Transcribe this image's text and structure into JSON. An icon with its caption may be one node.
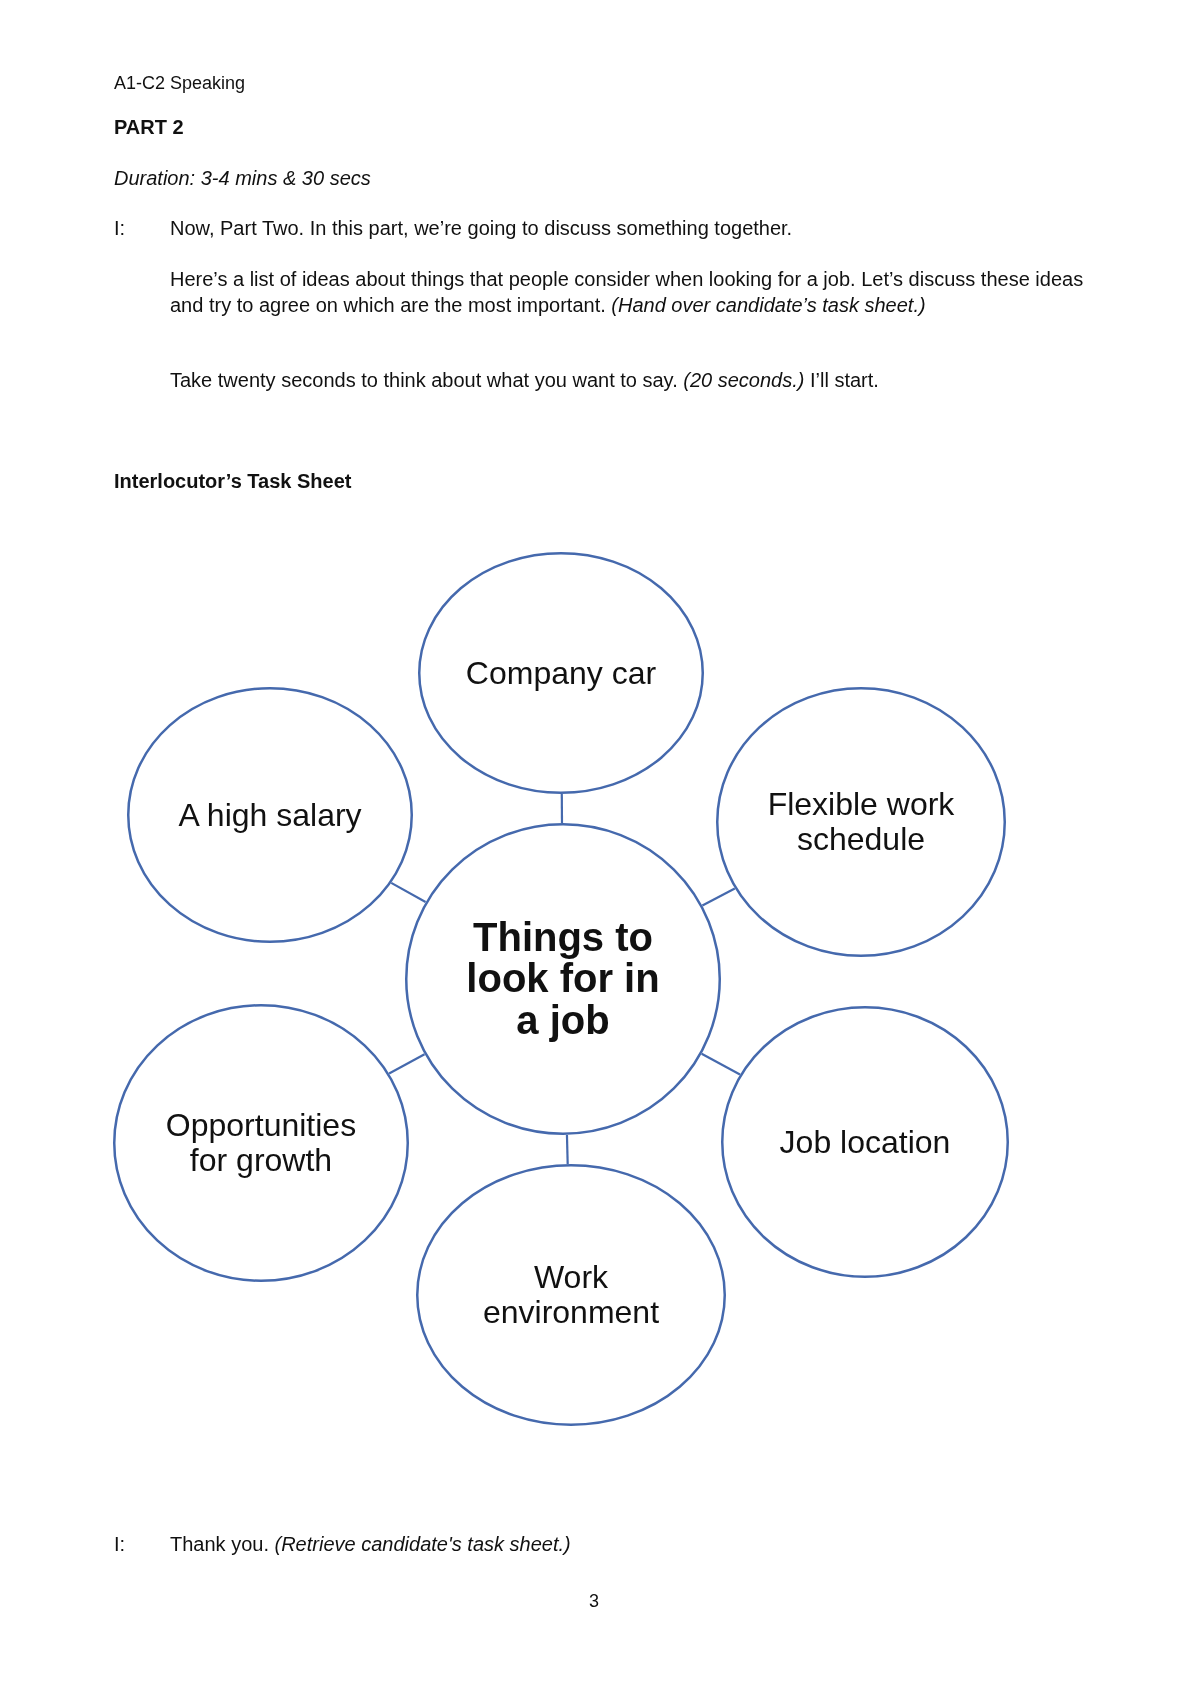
{
  "diagram": {
    "nodes": [
      {
        "text": [
          "Company car"
        ]
      },
      {
        "text": [
          "A high salary"
        ]
      },
      {
        "text": [
          "Flexible work schedule"
        ]
      },
      {
        "text": [
          "Things to look for in a job"
        ]
      },
      {
        "text": [
          "Opportunities for growth"
        ]
      },
      {
        "text": [
          "Job location"
        ]
      },
      {
        "text": [
          "Work environment"
        ]
      }
    ],
    "edges": [
      {
        "from": 3,
        "to": 0,
        "arrow": "none"
      },
      {
        "from": 3,
        "to": 1,
        "arrow": "none"
      },
      {
        "from": 3,
        "to": 2,
        "arrow": "none"
      },
      {
        "from": 3,
        "to": 4,
        "arrow": "none"
      },
      {
        "from": 3,
        "to": 5,
        "arrow": "none"
      },
      {
        "from": 3,
        "to": 6,
        "arrow": "none"
      }
    ],
    "labels": [
      "A1-C2 Speaking",
      "PART 2",
      "Duration: 3-4 mins & 30 secs",
      "I:",
      "Now, Part Two. In this part, we’re going to discuss something together.",
      "Here’s a list of ideas about things that people consider when looking for a job. Let’s discuss these ideas and try to agree on which are the most important. *(Hand over candidate’s task sheet.)*",
      "Take twenty seconds to think about what you want to say. *(20 seconds.)* I’ll start.",
      "Interlocutor’s Task Sheet",
      "I:",
      "Thank you. *(Retrieve candidate's task sheet.)*",
      "3"
    ]
  }
}
